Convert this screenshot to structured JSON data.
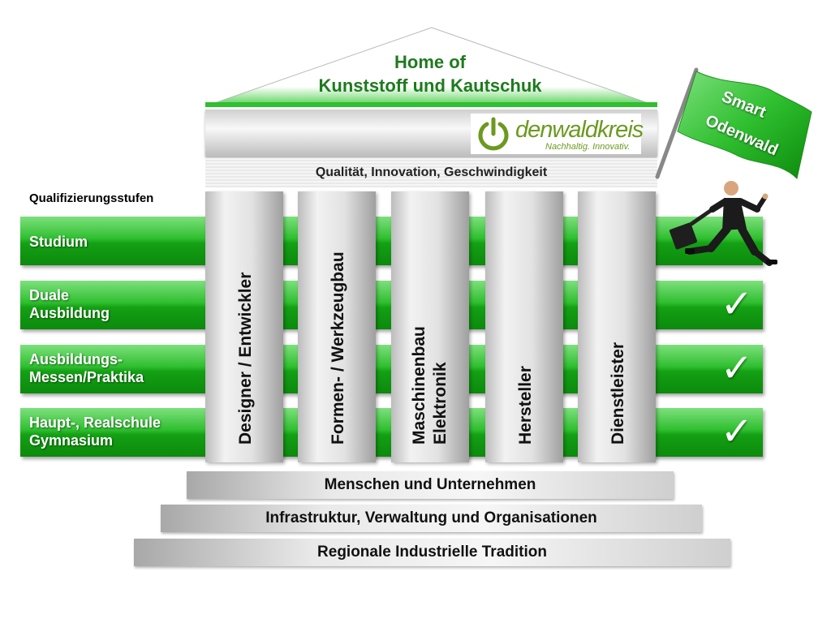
{
  "roof": {
    "title_line1": "Home of",
    "title_line2": "Kunststoff und Kautschuk"
  },
  "logo": {
    "name": "denwaldkreis",
    "tagline": "Nachhaltig. Innovativ.",
    "icon": "power-icon",
    "color": "#6b9a1f"
  },
  "frieze": {
    "text": "Qualität, Innovation, Geschwindigkeit"
  },
  "qualification": {
    "title": "Qualifizierungsstufen",
    "levels": [
      {
        "line1": "Studium",
        "line2": "",
        "checked": false
      },
      {
        "line1": "Duale",
        "line2": "Ausbildung",
        "checked": true
      },
      {
        "line1": "Ausbildungs-",
        "line2": "Messen/Praktika",
        "checked": true
      },
      {
        "line1": "Haupt-, Realschule",
        "line2": "Gymnasium",
        "checked": true
      }
    ],
    "check_symbol": "✓"
  },
  "columns": [
    {
      "line1": "Designer / Entwickler",
      "line2": ""
    },
    {
      "line1": "Formen- / Werkzeugbau",
      "line2": ""
    },
    {
      "line1": "Maschinenbau",
      "line2": "Elektronik"
    },
    {
      "line1": "Hersteller",
      "line2": ""
    },
    {
      "line1": "Dienstleister",
      "line2": ""
    }
  ],
  "steps": [
    "Menschen und Unternehmen",
    "Infrastruktur, Verwaltung und Organisationen",
    "Regionale Industrielle Tradition"
  ],
  "flag": {
    "line1": "Smart",
    "line2": "Odenwald",
    "color": "#2fbf2f"
  },
  "colors": {
    "roof_title": "#1f7a1f",
    "level_green": "#14a014"
  }
}
